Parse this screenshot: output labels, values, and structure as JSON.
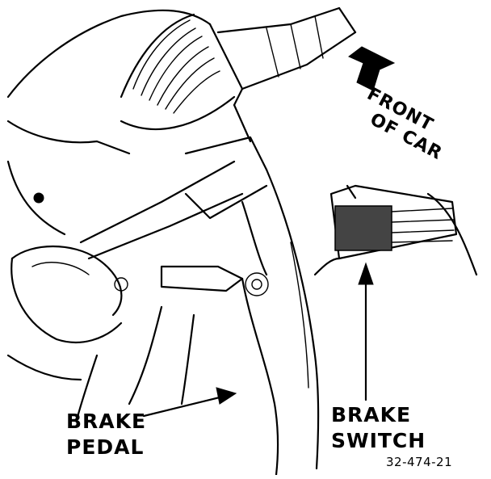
{
  "labels": {
    "brake_pedal": [
      "BRAKE",
      "PEDAL"
    ],
    "brake_switch": [
      "BRAKE",
      "SWITCH"
    ],
    "front_of_car": [
      "FRONT",
      "OF CAR"
    ],
    "figure_code": "32-474-21"
  }
}
